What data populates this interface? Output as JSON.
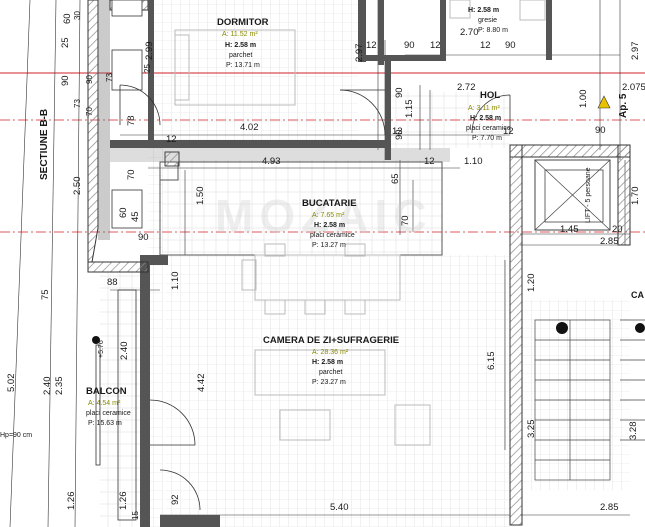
{
  "colors": {
    "wall": "#5a5a5a",
    "wall_hatch": "#9a9a9a",
    "red_line": "#d2232a",
    "yellow_area": "#8a8a00",
    "marker": "#e8c200",
    "floor_hatch": "#d9d9d9"
  },
  "watermark": "MOZAIC",
  "section": {
    "label": "SECTIUNE B-B"
  },
  "marker": {
    "label": "Ap. 5"
  },
  "rooms": [
    {
      "id": "dormitor",
      "name": "DORMITOR",
      "area": "A: 11.52 m²",
      "height": "H: 2.58 m",
      "floor": "parchet",
      "perimeter": "P: 13.71 m"
    },
    {
      "id": "baie",
      "name": "",
      "area": "",
      "height": "H: 2.58 m",
      "floor": "gresie",
      "perimeter": "P: 8.80 m"
    },
    {
      "id": "hol",
      "name": "HOL",
      "area": "A: 3.11 m²",
      "height": "H: 2.58 m",
      "floor": "placi ceramice",
      "perimeter": "P: 7.70 m"
    },
    {
      "id": "bucatarie",
      "name": "BUCATARIE",
      "area": "A: 7.65 m²",
      "height": "H: 2.58 m",
      "floor": "placi ceramice",
      "perimeter": "P: 13.27 m"
    },
    {
      "id": "camera",
      "name": "CAMERA DE ZI+SUFRAGERIE",
      "area": "A: 28.36 m²",
      "height": "H: 2.58 m",
      "floor": "parchet",
      "perimeter": "P: 23.27 m"
    },
    {
      "id": "balcon",
      "name": "BALCON",
      "area": "A: 4.54 m²",
      "height": "",
      "floor": "placi ceramice",
      "perimeter": "P: 15.63 m"
    }
  ],
  "lift": {
    "label": "LIFT - 5 persoane"
  },
  "stair_label": "CA",
  "hp_label": "Hp=90 cm",
  "level_label": "+5.76",
  "dims": {
    "d25": "25",
    "d60": "60",
    "d90a": "90",
    "d73a": "73",
    "d30": "30",
    "d299": "2.99",
    "d25b": "25",
    "d12a": "12",
    "d90b": "90",
    "d12b": "12",
    "d270": "2.70",
    "d12c": "12",
    "d90c": "90",
    "d297a": "2.97",
    "d297b": "2.97",
    "d272": "2.72",
    "d2075": "2.075",
    "d100": "1.00",
    "d90d": "90",
    "d115": "1.15",
    "d90e": "90",
    "d78": "78",
    "d402": "4.02",
    "d12d": "12",
    "d12e": "12",
    "d90f": "90",
    "d12f": "12",
    "d250": "2.50",
    "d70a": "70",
    "d493": "4.93",
    "d12g": "12",
    "d110a": "1.10",
    "d65": "65",
    "d70b": "70",
    "d170": "1.70",
    "d60b": "60",
    "d45": "45",
    "d150": "1.50",
    "d90g": "90",
    "d145": "1.45",
    "d20": "20",
    "d285a": "2.85",
    "d88": "88",
    "d75": "75",
    "d110b": "1.10",
    "d120": "1.20",
    "d240a": "2.40",
    "d615": "6.15",
    "d442": "4.42",
    "d502": "5.02",
    "d240b": "2.40",
    "d235": "2.35",
    "d325": "3.25",
    "d328": "3.28",
    "d126": "1.26",
    "d126b": "1.26",
    "d92": "92",
    "d540": "5.40",
    "d285b": "2.85",
    "d15": "15",
    "d73b": "73",
    "d70c": "70",
    "d90h": "90"
  }
}
